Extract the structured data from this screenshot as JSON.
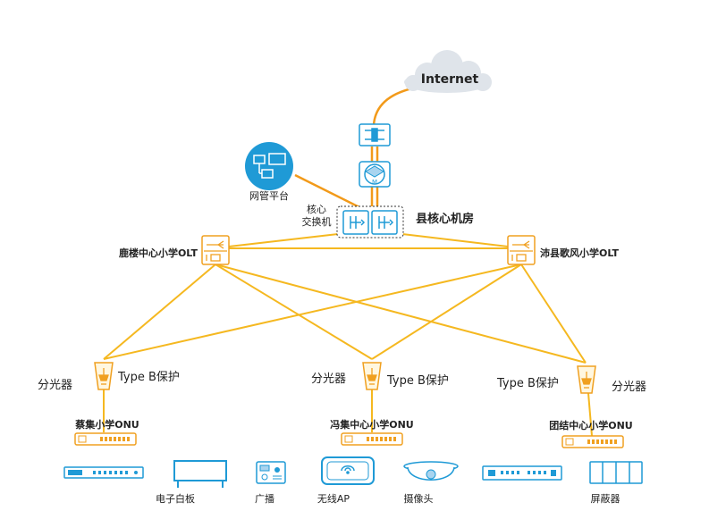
{
  "colors": {
    "link": "#f5b820",
    "uplink": "#f29a1a",
    "device_blue": "#1f9ad6",
    "olt_orange": "#f0a020",
    "text": "#222222"
  },
  "internet": {
    "label": "Internet"
  },
  "nms": {
    "label": "网管平台"
  },
  "core": {
    "label_line1": "核心",
    "label_line2": "交换机",
    "room_label": "县核心机房"
  },
  "olts": [
    {
      "label": "鹿楼中心小学OLT"
    },
    {
      "label": "沛县歌风小学OLT"
    }
  ],
  "splitters": [
    {
      "label": "分光器",
      "protect": "Type B保护"
    },
    {
      "label": "分光器",
      "protect": "Type B保护"
    },
    {
      "label": "分光器",
      "protect": "Type B保护"
    }
  ],
  "onus": [
    {
      "label": "蔡集小学ONU"
    },
    {
      "label": "冯集中心小学ONU"
    },
    {
      "label": "团结中心小学ONU"
    }
  ],
  "terminals": [
    {
      "label": "",
      "icon": "switch-icon"
    },
    {
      "label": "电子白板",
      "icon": "whiteboard-icon"
    },
    {
      "label": "广播",
      "icon": "broadcast-icon"
    },
    {
      "label": "无线AP",
      "icon": "wireless-ap-icon"
    },
    {
      "label": "摄像头",
      "icon": "camera-icon"
    },
    {
      "label": "",
      "icon": "switch-icon"
    },
    {
      "label": "屏蔽器",
      "icon": "signal-jammer-icon"
    }
  ]
}
